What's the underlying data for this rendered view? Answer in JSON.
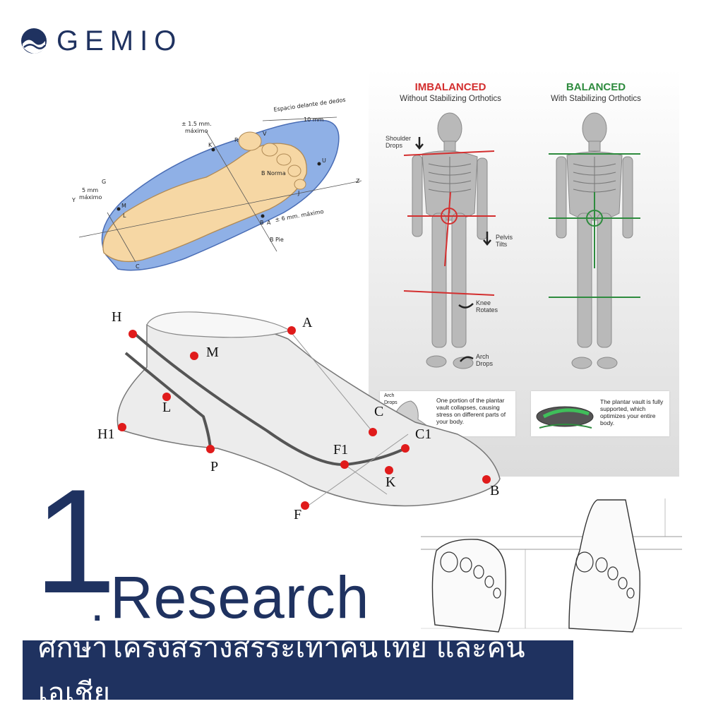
{
  "brand": {
    "name": "GEMIO",
    "color": "#1f3260"
  },
  "foot_diagram": {
    "labels": {
      "tolerance_top": "± 1.5 mm.",
      "tolerance_top2": "máximo",
      "toe_space": "Espacio delante de dedos",
      "toe_space_value": "10 mm",
      "norma": "B Norma",
      "tolerance_bottom": "± 6 mm. máximo",
      "pie": "B Pie",
      "heel_tol": "5 mm",
      "heel_tol2": "máximo",
      "p_k": "K",
      "p_r": "R",
      "p_v": "V",
      "p_u": "U",
      "p_j": "J",
      "p_g": "G",
      "p_y": "Y",
      "p_m": "M",
      "p_l": "L",
      "p_c": "C",
      "p_b": "B",
      "p_a": "A",
      "p_z": "Z"
    }
  },
  "posture": {
    "imbalanced": {
      "title": "IMBALANCED",
      "subtitle": "Without Stabilizing Orthotics",
      "color": "#d32f2f"
    },
    "balanced": {
      "title": "BALANCED",
      "subtitle": "With Stabilizing Orthotics",
      "color": "#2e8b3e"
    },
    "callouts": {
      "shoulder": "Shoulder\nDrops",
      "pelvis": "Pelvis\nTilts",
      "knee": "Knee\nRotates",
      "arch": "Arch\nDrops"
    },
    "captions": {
      "left_small": "Arch\nDrops",
      "left": "One portion of the plantar vault collapses, causing stress on different parts of your body.",
      "right": "The plantar vault is fully supported, which optimizes your entire body."
    }
  },
  "last_diagram": {
    "points": [
      "H",
      "A",
      "M",
      "L",
      "H1",
      "P",
      "C",
      "C1",
      "F1",
      "K",
      "F",
      "B"
    ],
    "point_color": "#e01b1b"
  },
  "step": {
    "number": "1",
    "dot": ".",
    "title": "Research"
  },
  "banner": {
    "text": "ศึกษาโครงสร้างสรีระเท้าคนไทย และคนเอเชีย",
    "bg": "#1f3260"
  }
}
